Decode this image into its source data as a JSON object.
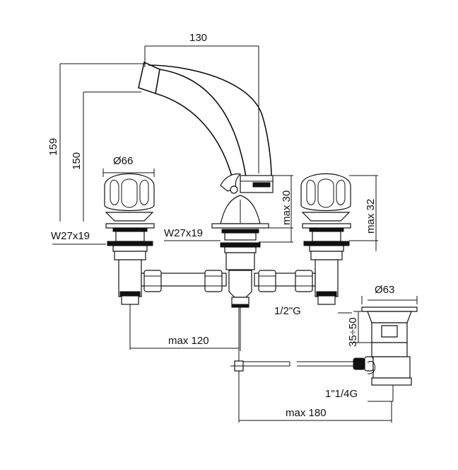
{
  "dimensions": {
    "spout_reach": "130",
    "total_height": "159",
    "spout_height": "150",
    "handle_diameter": "Ø66",
    "thread_left": "W27x19",
    "thread_center": "W27x19",
    "spout_base_height": "max 30",
    "handle_height": "max 32",
    "inlet_thread": "1/2\"G",
    "waste_diameter": "Ø63",
    "waste_height": "35÷50",
    "waste_thread": "1\"1/4G",
    "max_spacing_120": "max 120",
    "max_spacing_180": "max 180"
  },
  "colors": {
    "line": "#111111",
    "background": "#ffffff"
  }
}
